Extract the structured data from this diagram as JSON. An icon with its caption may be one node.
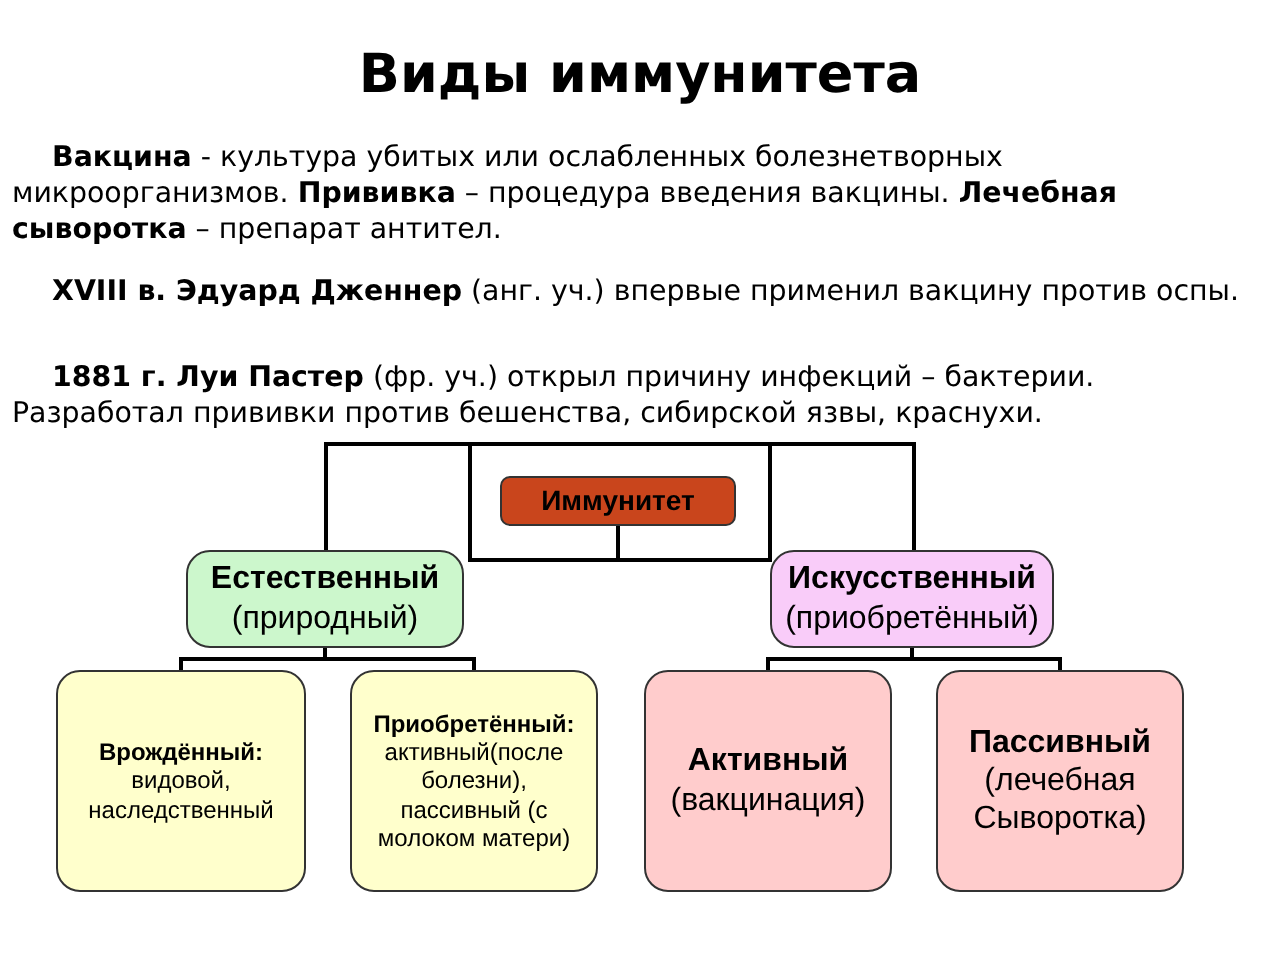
{
  "diagram": {
    "title": "Виды иммунитета",
    "nodes": [
      {
        "text": [
          "Иммунитет"
        ]
      },
      {
        "text": [
          "Естественный",
          "(природный)"
        ]
      },
      {
        "text": [
          "Искусственный",
          "(приобретённый)"
        ]
      },
      {
        "text": [
          "Врождённый:",
          "видовой, наследственный"
        ]
      },
      {
        "text": [
          "Приобретённый:",
          "активный(после болезни), пассивный (с молоком матери)"
        ]
      },
      {
        "text": [
          "Активный",
          "(вакцинация)"
        ]
      },
      {
        "text": [
          "Пассивный",
          "(лечебная Сыворотка)"
        ]
      }
    ],
    "edges": [
      {
        "from": 0,
        "to": 1,
        "arrow": "none"
      },
      {
        "from": 0,
        "to": 2,
        "arrow": "none"
      },
      {
        "from": 1,
        "to": 3,
        "arrow": "none"
      },
      {
        "from": 1,
        "to": 4,
        "arrow": "none"
      },
      {
        "from": 2,
        "to": 5,
        "arrow": "none"
      },
      {
        "from": 2,
        "to": 6,
        "arrow": "none"
      }
    ],
    "labels": [
      "**Вакцина** - культура убитых или ослабленных болезнетворных микроорганизмов. **Прививка** – процедура введения вакцины. **Лечебная сыворотка** – препарат антител.",
      "**XVIII в. Эдуард Дженнер** (анг. уч.) впервые применил вакцину против оспы.",
      "**1881 г. Луи Пастер** (фр. уч.) открыл причину инфекций – бактерии. Разработал прививки против бешенства, сибирской язвы, краснухи."
    ]
  }
}
